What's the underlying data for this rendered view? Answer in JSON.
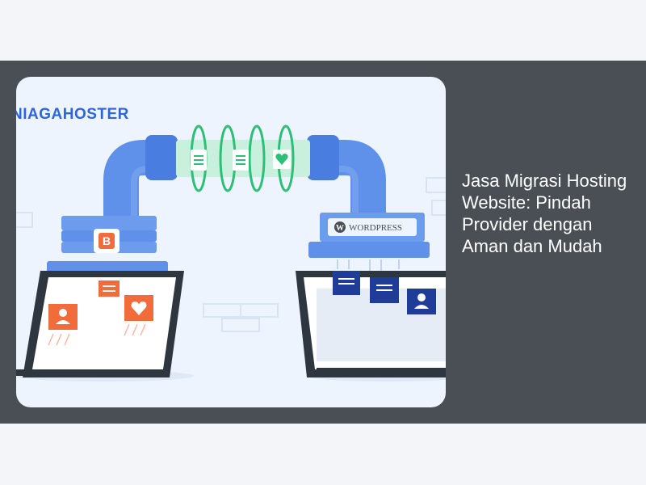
{
  "hero": {
    "brand": "NIAGAHOSTER",
    "wordpress_label": "WordPress",
    "icons": [
      "document-icon",
      "heart-icon",
      "blogger-icon",
      "user-icon",
      "wordpress-icon"
    ]
  },
  "article": {
    "title": "Jasa Migrasi Hosting Website: Pindah Provider dengan Aman dan Mudah"
  },
  "colors": {
    "banner": "#4a4f56",
    "card_bg": "#eef4fd",
    "pipe_blue": "#5f90ea",
    "accent_green": "#2bbf78",
    "accent_orange": "#f26b3a",
    "navy": "#1f3c99"
  }
}
